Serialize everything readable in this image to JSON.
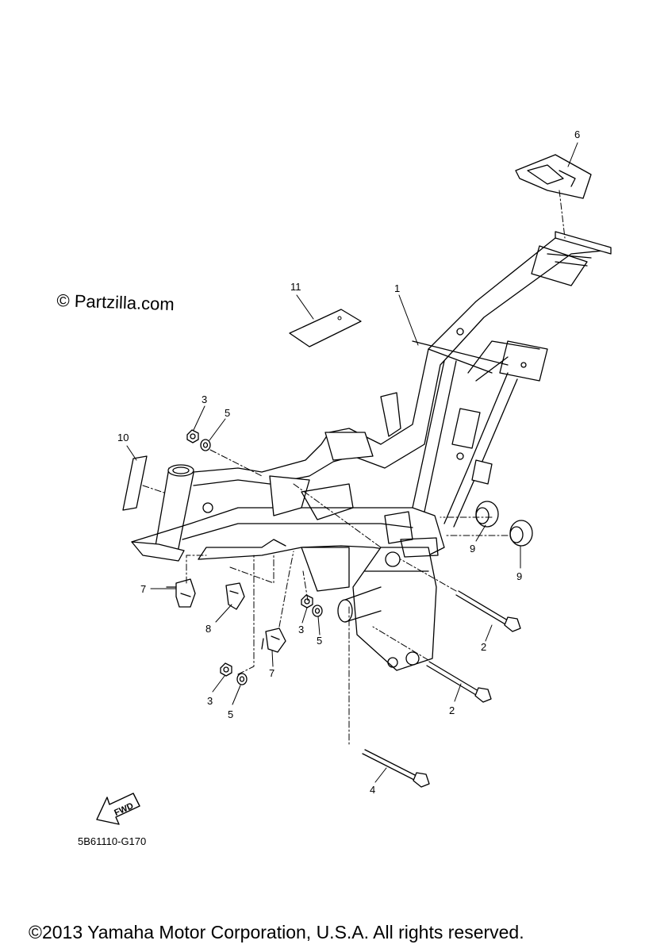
{
  "watermark": "© Partzilla.com",
  "diagram_code": "5B61110-G170",
  "copyright": "©2013 Yamaha Motor Corporation, U.S.A. All rights reserved.",
  "fwd_label": "FWD",
  "callouts": [
    "1",
    "2",
    "2",
    "3",
    "3",
    "3",
    "4",
    "5",
    "5",
    "5",
    "6",
    "7",
    "7",
    "8",
    "9",
    "9",
    "10",
    "11"
  ]
}
